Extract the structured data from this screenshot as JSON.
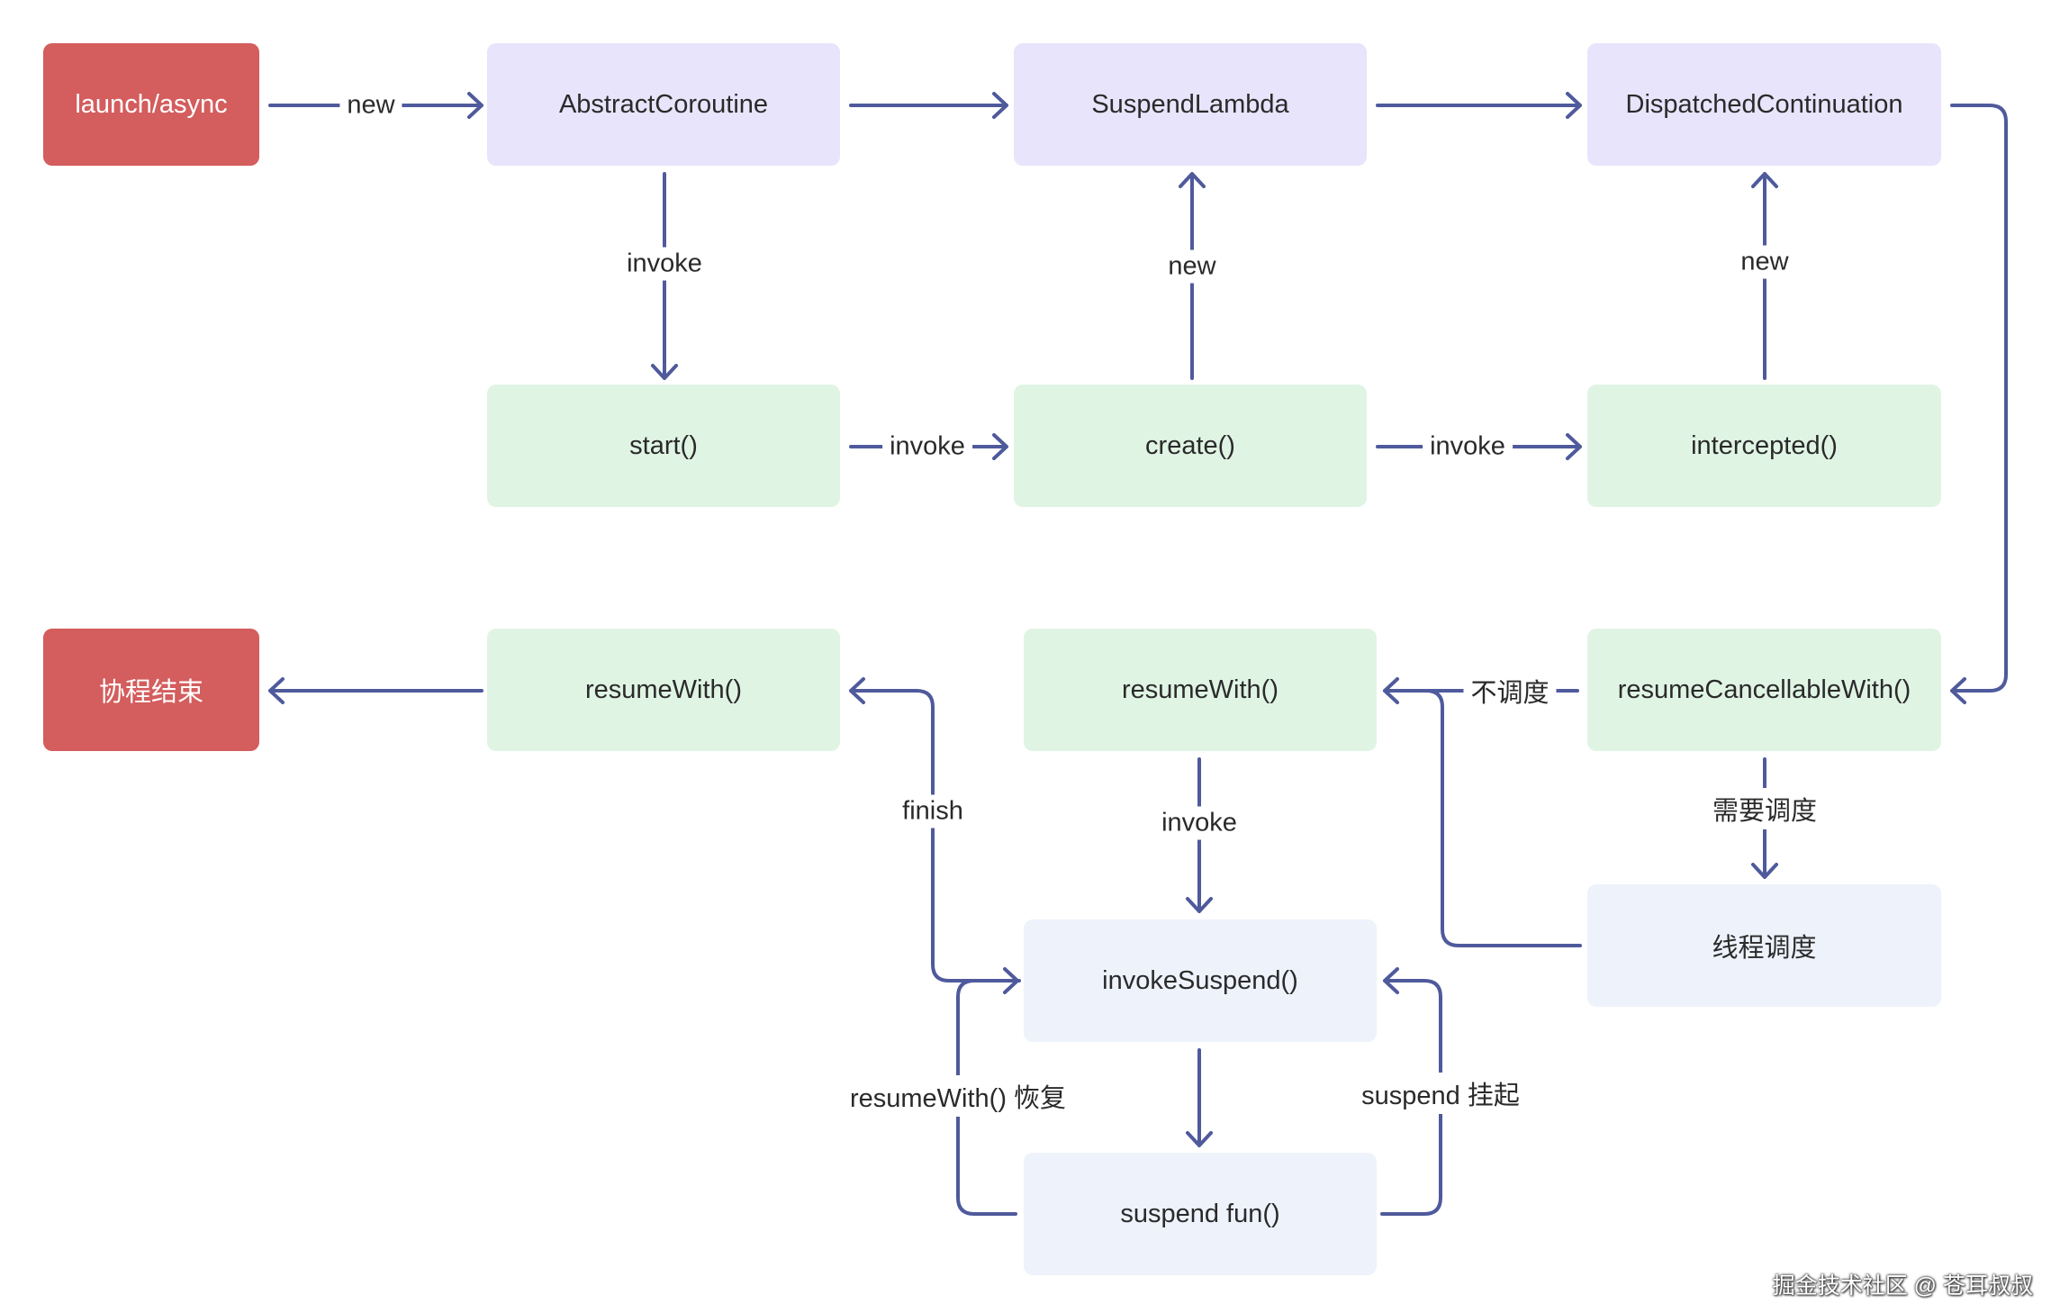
{
  "nodes": {
    "launch": "launch/async",
    "abstract_coroutine": "AbstractCoroutine",
    "suspend_lambda": "SuspendLambda",
    "dispatched_continuation": "DispatchedContinuation",
    "start": "start()",
    "create": "create()",
    "intercepted": "intercepted()",
    "end": "协程结束",
    "resume_with_left": "resumeWith()",
    "resume_with_mid": "resumeWith()",
    "resume_cancellable_with": "resumeCancellableWith()",
    "thread_dispatch": "线程调度",
    "invoke_suspend": "invokeSuspend()",
    "suspend_fun": "suspend fun()"
  },
  "edges": {
    "launch_new": "new",
    "abstract_invoke": "invoke",
    "create_new": "new",
    "intercepted_new": "new",
    "start_invoke": "invoke",
    "create_invoke": "invoke",
    "no_dispatch": "不调度",
    "need_dispatch": "需要调度",
    "finish": "finish",
    "resume_invoke": "invoke",
    "resume_recover": "resumeWith() 恢复",
    "suspend_hang": "suspend 挂起"
  },
  "watermark": "掘金技术社区 @ 苍耳叔叔",
  "colors": {
    "red": "#d45d5d",
    "purple": "#e8e4fb",
    "green": "#e0f4e4",
    "grey": "#eef2fb",
    "edge": "#4f5a9c"
  }
}
